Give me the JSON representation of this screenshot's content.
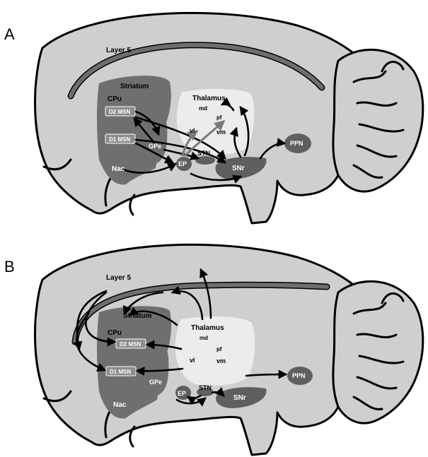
{
  "panels": [
    {
      "letter": "A",
      "labels": {
        "layer5": "Layer 5",
        "striatum": "Striatum",
        "cpu": "CPu",
        "d2_msn": "D2 MSN",
        "d1_msn": "D1 MSN",
        "nac": "Nac",
        "gpe": "GPe",
        "thalamus": "Thalamus",
        "md": "md",
        "pf": "pf",
        "vl": "vl",
        "vm": "vm",
        "ep": "EP",
        "stn": "STN",
        "snr": "SNr",
        "ppn": "PPN"
      }
    },
    {
      "letter": "B",
      "labels": {
        "layer5": "Layer 5",
        "striatum": "Striatum",
        "cpu": "CPu",
        "d2_msn": "D2 MSN",
        "d1_msn": "D1 MSN",
        "nac": "Nac",
        "gpe": "GPe",
        "thalamus": "Thalamus",
        "md": "md",
        "pf": "pf",
        "vl": "vl",
        "vm": "vm",
        "ep": "EP",
        "stn": "STN",
        "snr": "SNr",
        "ppn": "PPN"
      }
    }
  ]
}
